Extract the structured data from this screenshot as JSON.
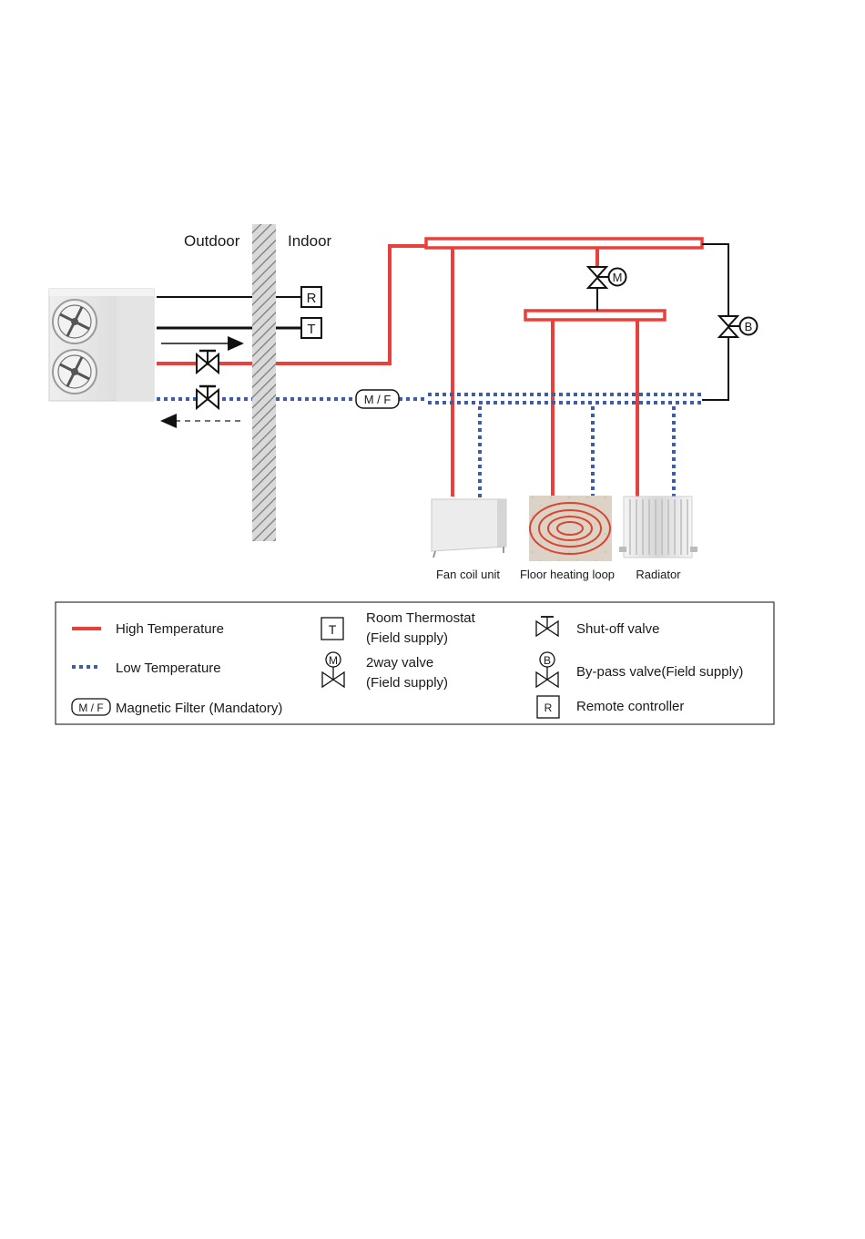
{
  "labels": {
    "outdoor": "Outdoor",
    "indoor": "Indoor"
  },
  "symbols": {
    "remote_letter": "R",
    "thermostat_letter": "T",
    "motor_valve_letter": "M",
    "bypass_valve_letter": "B",
    "magnetic_filter": "M / F"
  },
  "devices": [
    {
      "label": "Fan coil unit"
    },
    {
      "label": "Floor heating loop"
    },
    {
      "label": "Radiator"
    }
  ],
  "legend": {
    "high_temp": "High Temperature",
    "low_temp": "Low Temperature",
    "mag_filter": "Magnetic Filter (Mandatory)",
    "thermostat_line1": "Room Thermostat",
    "thermostat_line2": "(Field supply)",
    "twoway_line1": "2way valve",
    "twoway_line2": "(Field supply)",
    "shutoff": "Shut-off valve",
    "bypass": "By-pass valve(Field supply)",
    "remote": "Remote controller"
  },
  "colors": {
    "high_temperature": "#e8403a",
    "low_temperature": "#3f5da6",
    "wall_hatch": "#8a8a8a"
  }
}
